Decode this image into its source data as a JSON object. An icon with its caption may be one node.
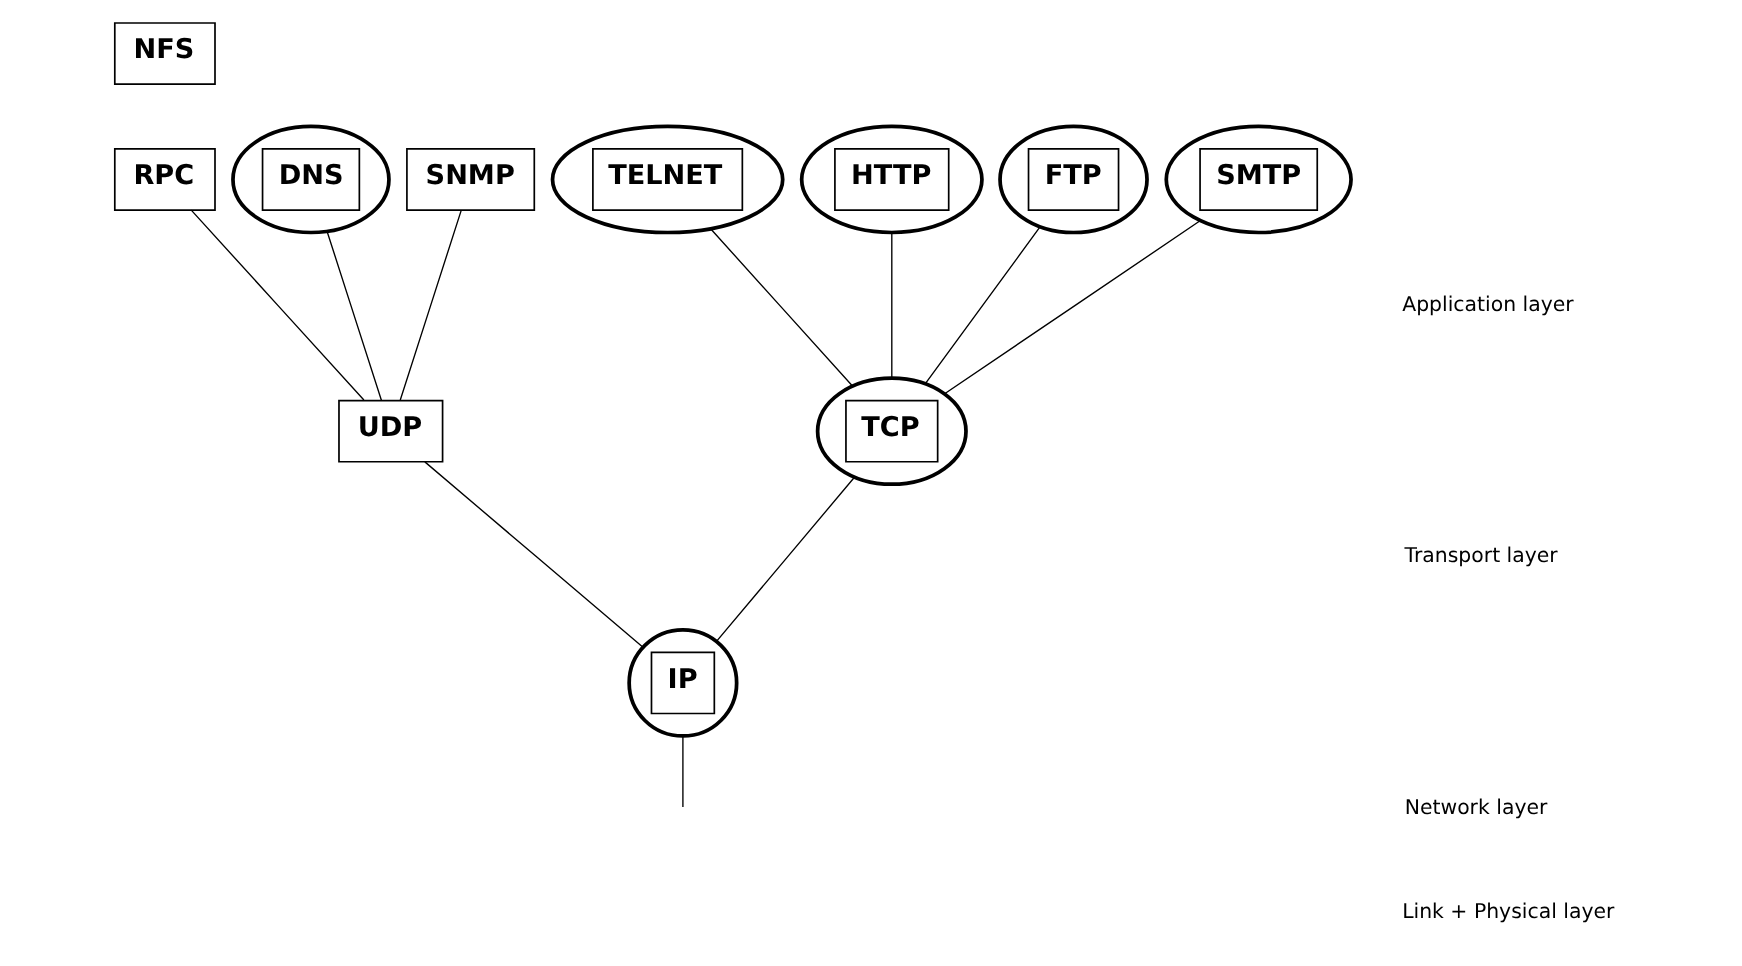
{
  "diagram": {
    "nodes": [
      {
        "text": [
          "HTTP"
        ]
      },
      {
        "text": [
          "FTP"
        ]
      },
      {
        "text": [
          "SMTP"
        ]
      },
      {
        "text": [
          "TELNET"
        ]
      },
      {
        "text": [
          "NFS"
        ]
      },
      {
        "text": [
          "RPC"
        ]
      },
      {
        "text": [
          "DNS"
        ]
      },
      {
        "text": [
          "SNMP"
        ]
      },
      {
        "text": [
          "TCP"
        ]
      },
      {
        "text": [
          "UDP"
        ]
      },
      {
        "text": [
          "IP"
        ]
      }
    ],
    "edges": [
      {
        "from": 0,
        "to": 8,
        "arrow": "none"
      },
      {
        "from": 1,
        "to": 8,
        "arrow": "none"
      },
      {
        "from": 2,
        "to": 8,
        "arrow": "none"
      },
      {
        "from": 3,
        "to": 8,
        "arrow": "none"
      },
      {
        "from": 5,
        "to": 9,
        "arrow": "none"
      },
      {
        "from": 6,
        "to": 9,
        "arrow": "none"
      },
      {
        "from": 7,
        "to": 9,
        "arrow": "none"
      },
      {
        "from": 8,
        "to": 10,
        "arrow": "none"
      },
      {
        "from": 9,
        "to": 10,
        "arrow": "none"
      },
      {
        "from": 10,
        "to": null,
        "arrow": "none"
      }
    ],
    "labels": [
      "Application layer",
      "Transport layer",
      "Network layer",
      "Link + Physical layer"
    ]
  }
}
